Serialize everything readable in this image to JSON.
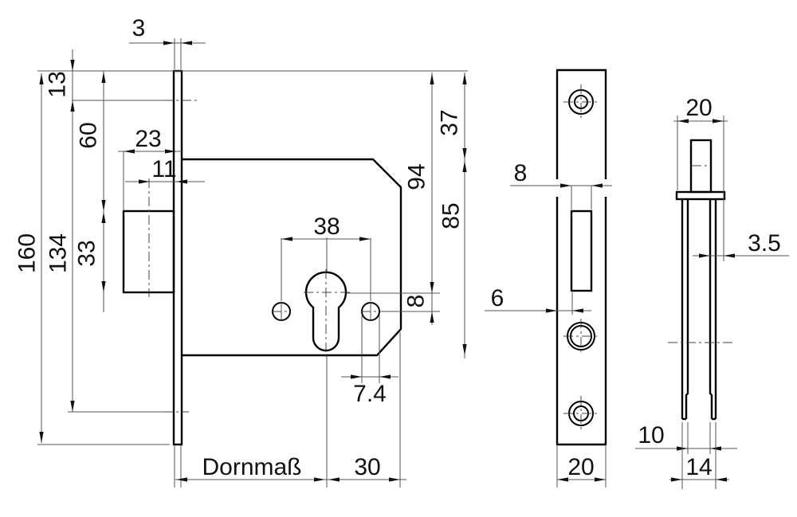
{
  "labels": {
    "front_view": {
      "faceplate_thickness": "3",
      "top_offset": "13",
      "bolt_top_offset": "60",
      "bolt_protrusion": "23",
      "bolt_center_to_plate": "11",
      "bolt_height": "33",
      "plate_inner_length": "134",
      "plate_length": "160",
      "screw_spacing": "38",
      "cylinder_center_depth": "94",
      "body_top_offset": "37",
      "body_height": "85",
      "hole_offset": "8",
      "hole_diameter": "7.4",
      "backset_label": "Dornmaß",
      "edge_distance": "30"
    },
    "plate_view": {
      "slot_width": "8",
      "slot_edge_distance": "6",
      "plate_width": "20"
    },
    "side_view": {
      "plate_width": "20",
      "wall_thickness": "3.5",
      "inner_width": "10",
      "outer_width": "14"
    }
  }
}
